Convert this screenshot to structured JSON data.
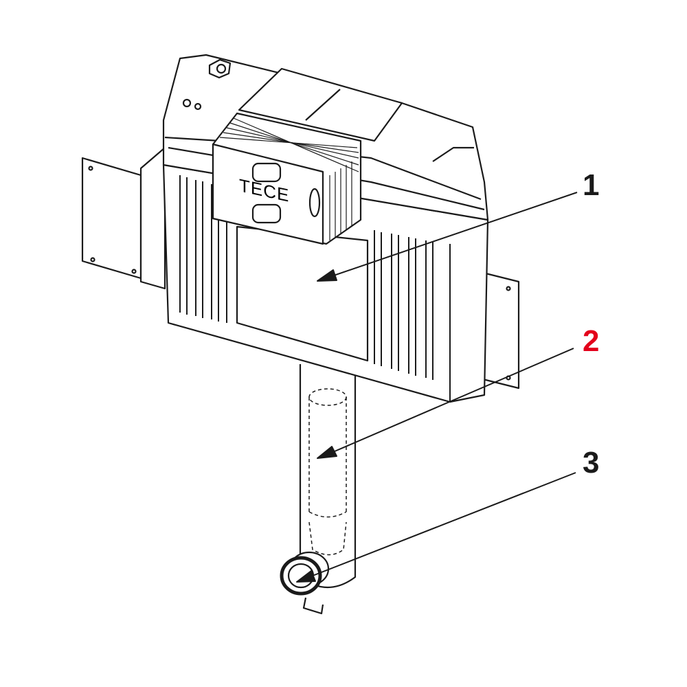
{
  "diagram": {
    "logo": "TECE",
    "callouts": [
      {
        "label": "1",
        "color": "#1a1a1a",
        "target": "cistern"
      },
      {
        "label": "2",
        "color": "#e3001b",
        "target": "inner-pipe"
      },
      {
        "label": "3",
        "color": "#1a1a1a",
        "target": "pipe-connector"
      }
    ]
  }
}
